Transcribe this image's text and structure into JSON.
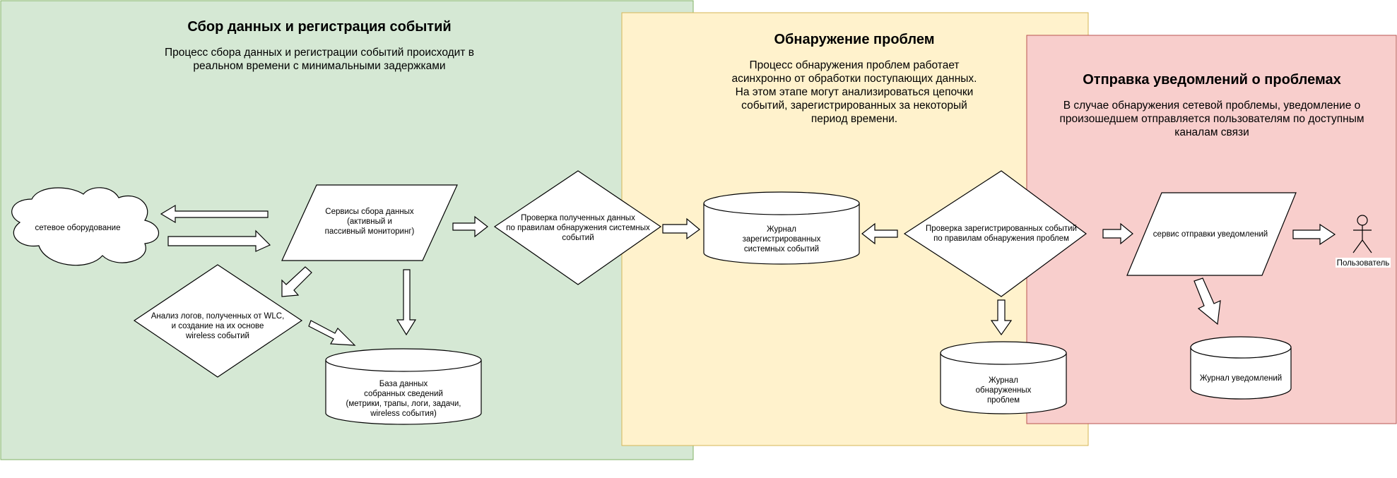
{
  "colors": {
    "zone_collection": "#d5e8d4",
    "zone_collection_border": "#82b366",
    "zone_detection": "#fff2cc",
    "zone_detection_border": "#d6b656",
    "zone_notify": "#f8cecc",
    "zone_notify_border": "#b85450"
  },
  "zones": {
    "collection": {
      "title": "Сбор данных и регистрация событий",
      "desc": [
        "Процесс сбора данных и регистрации событий происходит в",
        "реальном времени с минимальными задержками"
      ]
    },
    "detection": {
      "title": "Обнаружение проблем",
      "desc": [
        "Процесс обнаружения проблем работает",
        "асинхронно от обработки поступающих данных.",
        "На этом этапе могут анализироваться цепочки",
        "событий, зарегистрированных за некоторый",
        "период времени."
      ]
    },
    "notify": {
      "title": "Отправка уведомлений о проблемах",
      "desc": [
        "В случае обнаружения сетевой проблемы, уведомление о",
        "произошедшем отправляется пользователям по доступным",
        "каналам связи"
      ]
    }
  },
  "nodes": {
    "network_equipment": {
      "lines": [
        "сетевое оборудование"
      ],
      "icon": "cloud-icon"
    },
    "collection_services": {
      "lines": [
        "Сервисы сбора данных",
        "(активный и",
        "пассивный мониторинг)"
      ]
    },
    "check_data": {
      "lines": [
        "Проверка полученных данных",
        "по правилам обнаружения системных",
        "событий"
      ]
    },
    "wlc_analysis": {
      "lines": [
        "Анализ логов, полученных от WLC,",
        "и создание на их основе",
        "wireless событий"
      ]
    },
    "database": {
      "lines": [
        "База данных",
        "собранных сведений",
        "(метрики, трапы, логи, задачи,",
        "wireless события)"
      ]
    },
    "event_log": {
      "lines": [
        "Журнал",
        "зарегистрированных",
        "системных событий"
      ]
    },
    "check_events": {
      "lines": [
        "Проверка зарегистрированных событий",
        "по правилам обнаружения проблем"
      ]
    },
    "problem_log": {
      "lines": [
        "Журнал",
        "обнаруженных",
        "проблем"
      ]
    },
    "notify_service": {
      "lines": [
        "сервис отправки уведомлений"
      ]
    },
    "notify_log": {
      "lines": [
        "Журнал уведомлений"
      ]
    },
    "user": {
      "lines": [
        "Пользователь"
      ],
      "icon": "user-actor-icon"
    }
  }
}
